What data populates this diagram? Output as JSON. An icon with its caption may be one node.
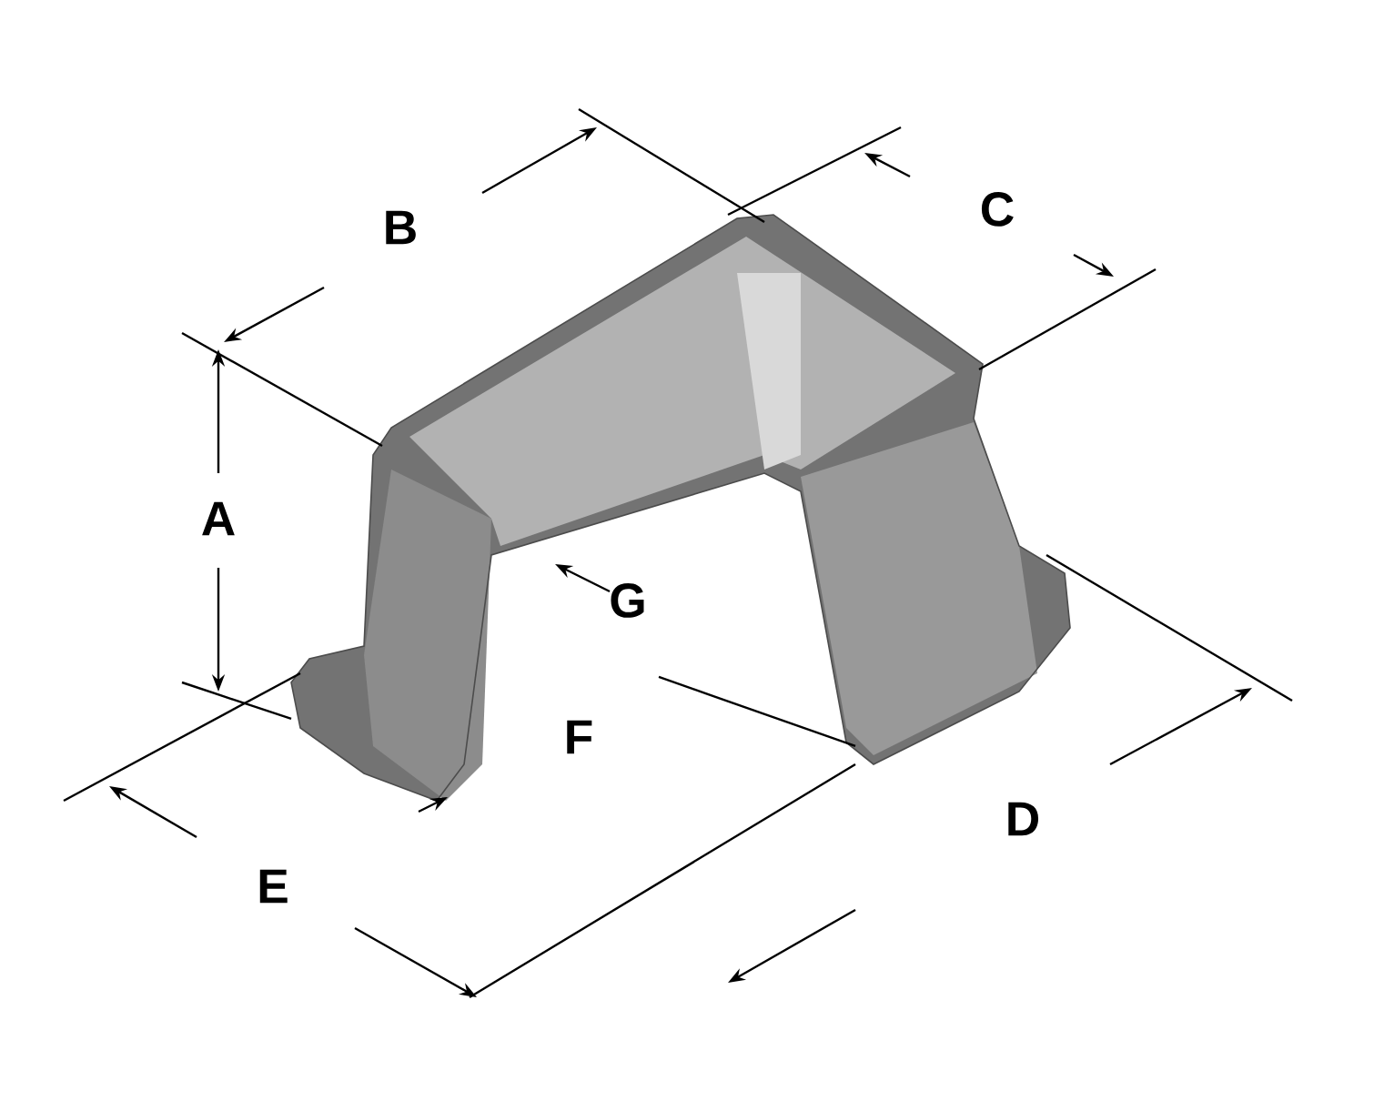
{
  "diagram": {
    "labels": [
      "C",
      "B",
      "A",
      "G",
      "F",
      "D",
      "E"
    ]
  }
}
